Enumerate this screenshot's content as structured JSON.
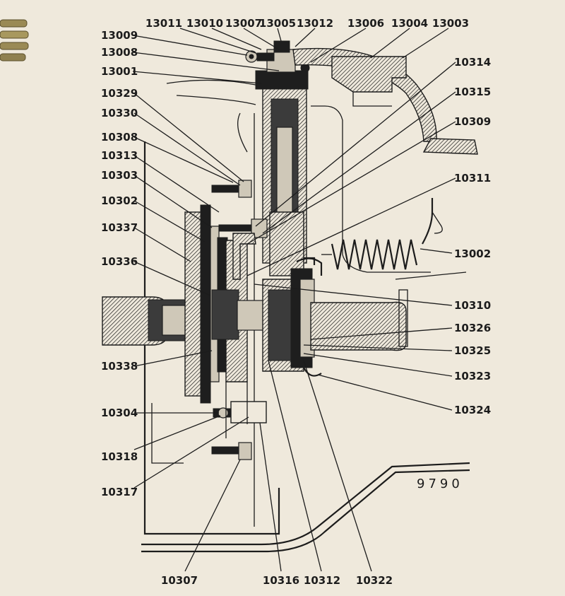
{
  "figure_number": "9790",
  "callouts": [
    {
      "id": "13011",
      "text": "13011"
    },
    {
      "id": "13010",
      "text": "13010"
    },
    {
      "id": "13007",
      "text": "13007"
    },
    {
      "id": "13005",
      "text": "13005"
    },
    {
      "id": "13012",
      "text": "13012"
    },
    {
      "id": "13006",
      "text": "13006"
    },
    {
      "id": "13004",
      "text": "13004"
    },
    {
      "id": "13003",
      "text": "13003"
    },
    {
      "id": "13009",
      "text": "13009"
    },
    {
      "id": "13008",
      "text": "13008"
    },
    {
      "id": "13001",
      "text": "13001"
    },
    {
      "id": "10329",
      "text": "10329"
    },
    {
      "id": "10330",
      "text": "10330"
    },
    {
      "id": "10308",
      "text": "10308"
    },
    {
      "id": "10313",
      "text": "10313"
    },
    {
      "id": "10303",
      "text": "10303"
    },
    {
      "id": "10302",
      "text": "10302"
    },
    {
      "id": "10337",
      "text": "10337"
    },
    {
      "id": "10336",
      "text": "10336"
    },
    {
      "id": "10338",
      "text": "10338"
    },
    {
      "id": "10304",
      "text": "10304"
    },
    {
      "id": "10318",
      "text": "10318"
    },
    {
      "id": "10317",
      "text": "10317"
    },
    {
      "id": "10307",
      "text": "10307"
    },
    {
      "id": "10316",
      "text": "10316"
    },
    {
      "id": "10312",
      "text": "10312"
    },
    {
      "id": "10322",
      "text": "10322"
    },
    {
      "id": "10314",
      "text": "10314"
    },
    {
      "id": "10315",
      "text": "10315"
    },
    {
      "id": "10309",
      "text": "10309"
    },
    {
      "id": "10311",
      "text": "10311"
    },
    {
      "id": "13002",
      "text": "13002"
    },
    {
      "id": "10310",
      "text": "10310"
    },
    {
      "id": "10326",
      "text": "10326"
    },
    {
      "id": "10325",
      "text": "10325"
    },
    {
      "id": "10323",
      "text": "10323"
    },
    {
      "id": "10324",
      "text": "10324"
    }
  ]
}
